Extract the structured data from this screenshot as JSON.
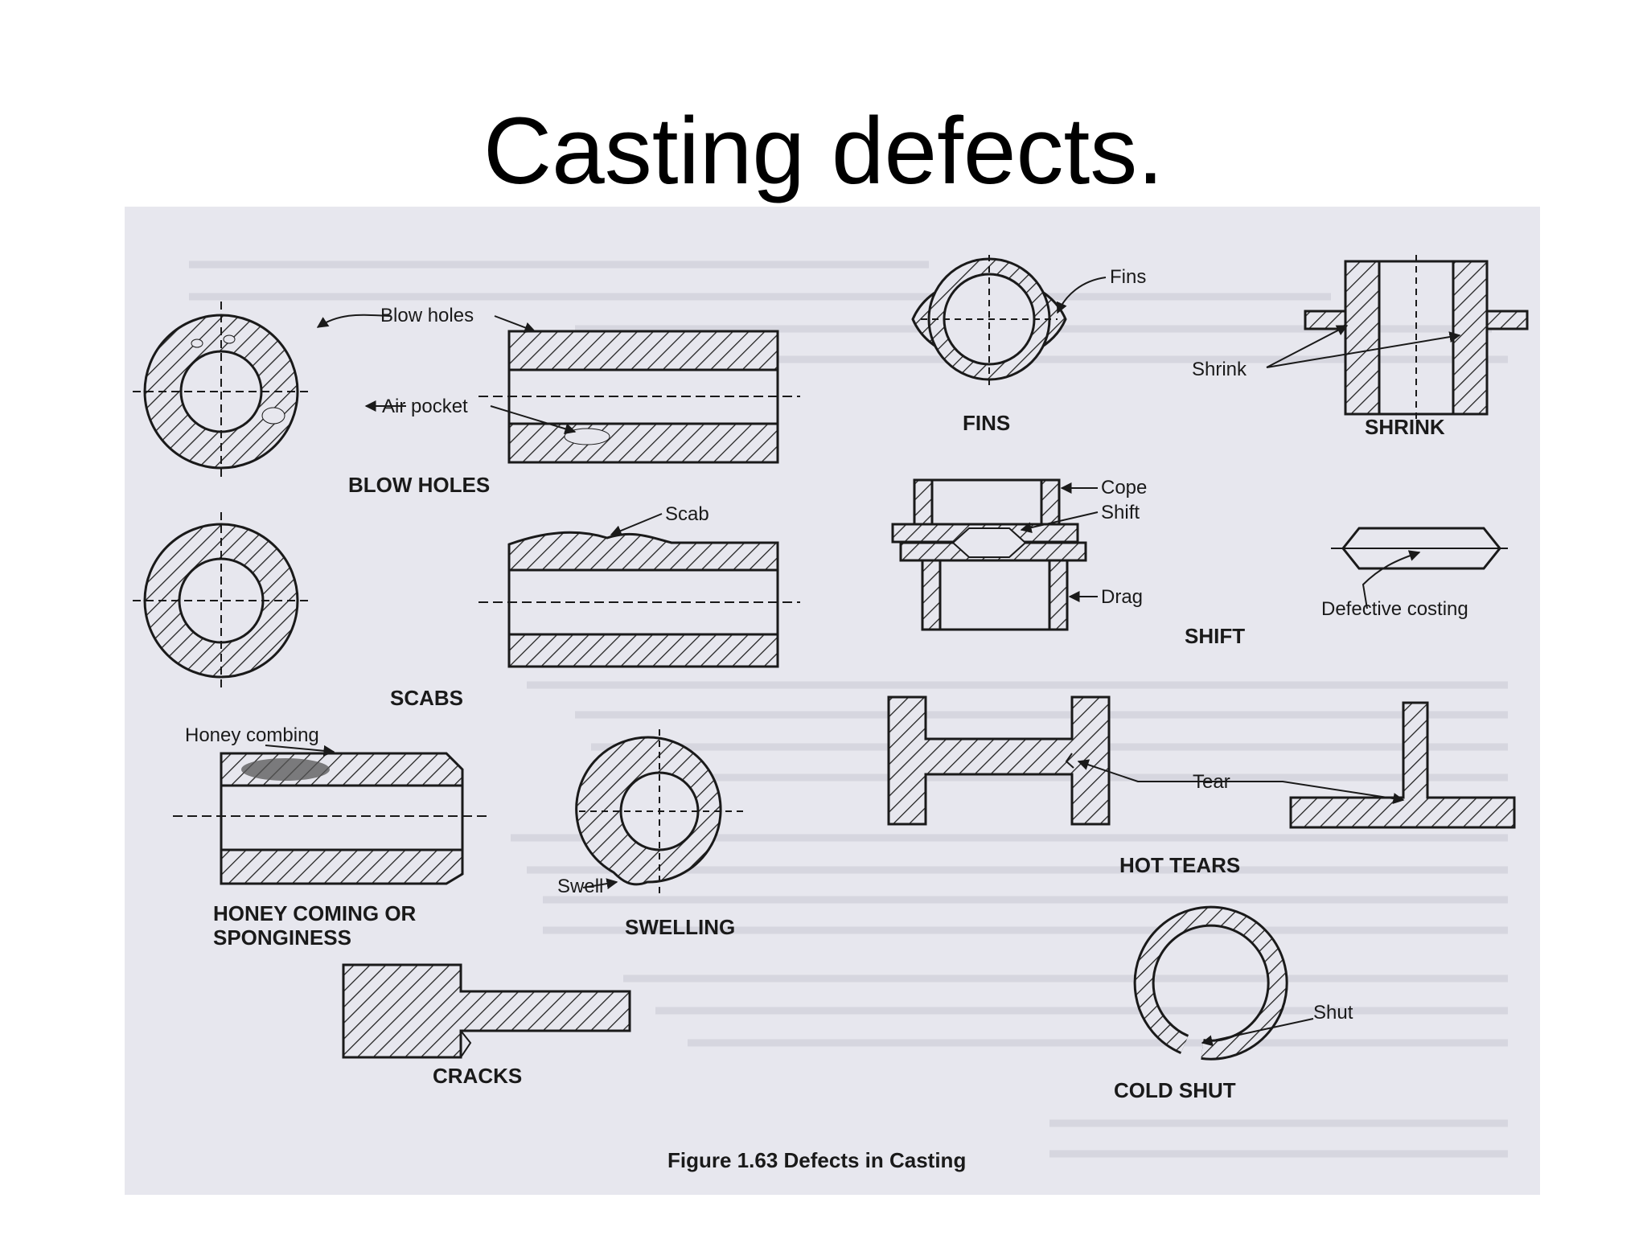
{
  "slide": {
    "title": "Casting defects."
  },
  "figure": {
    "caption": "Figure 1.63 Defects in Casting",
    "panels": {
      "blow_holes": {
        "caption": "BLOW HOLES",
        "label_blow_holes": "Blow holes",
        "label_air_pocket": "Air pocket"
      },
      "fins": {
        "caption": "FINS",
        "label_fins": "Fins"
      },
      "shrink": {
        "caption": "SHRINK",
        "label_shrink": "Shrink"
      },
      "scabs": {
        "caption": "SCABS",
        "label_scab": "Scab"
      },
      "shift": {
        "caption": "SHIFT",
        "label_cope": "Cope",
        "label_shift": "Shift",
        "label_drag": "Drag",
        "label_defective": "Defective costing"
      },
      "honey": {
        "caption_line1": "HONEY COMING OR",
        "caption_line2": "SPONGINESS",
        "label_honey": "Honey combing"
      },
      "swelling": {
        "caption": "SWELLING",
        "label_swell": "Swell"
      },
      "hot_tears": {
        "caption": "HOT TEARS",
        "label_tear": "Tear"
      },
      "cracks": {
        "caption": "CRACKS"
      },
      "cold_shut": {
        "caption": "COLD SHUT",
        "label_shut": "Shut"
      }
    }
  },
  "colors": {
    "paper": "#e7e7ee",
    "ink": "#1a1a1a"
  }
}
